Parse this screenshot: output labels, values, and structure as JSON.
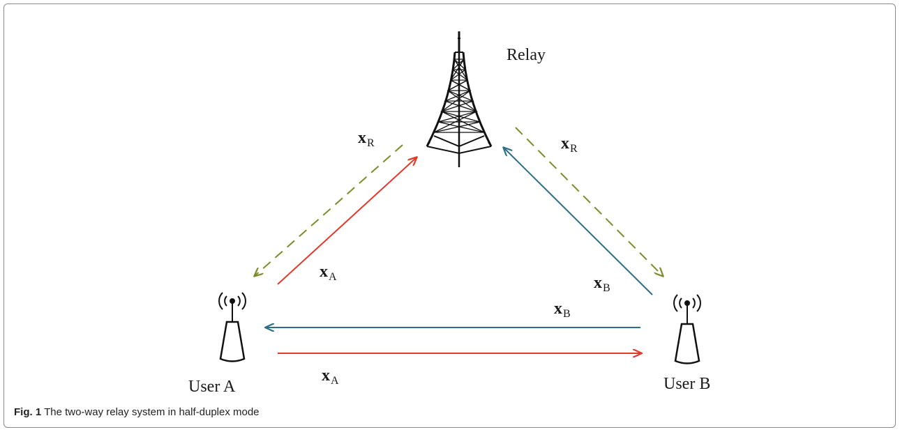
{
  "nodes": {
    "relay": "Relay",
    "user_a": "User A",
    "user_b": "User B"
  },
  "signals": {
    "x_r_left": {
      "base": "x",
      "sub": "R"
    },
    "x_r_right": {
      "base": "x",
      "sub": "R"
    },
    "x_a_diag": {
      "base": "x",
      "sub": "A"
    },
    "x_b_diag": {
      "base": "x",
      "sub": "B"
    },
    "x_b_horiz": {
      "base": "x",
      "sub": "B"
    },
    "x_a_horiz": {
      "base": "x",
      "sub": "A"
    }
  },
  "caption": {
    "label": "Fig. 1",
    "text": " The two-way relay system in half-duplex mode"
  },
  "colors": {
    "user_a_signal": "#e03a2c",
    "user_b_signal": "#2e6e88",
    "relay_signal": "#7b8c2a",
    "tower": "#111111"
  }
}
